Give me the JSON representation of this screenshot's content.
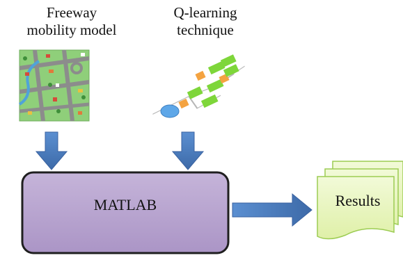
{
  "inputs": {
    "freeway": {
      "line1": "Freeway",
      "line2": "mobility model"
    },
    "qlearning": {
      "line1": "Q-learning",
      "line2": "technique"
    }
  },
  "process": {
    "label": "MATLAB"
  },
  "output": {
    "label": "Results"
  },
  "colors": {
    "arrow": "#4a7dbf",
    "matlab_fill": "#b9a5cf",
    "matlab_stroke": "#1f1f1f",
    "results_fill": "#eaf6c3",
    "results_stroke": "#9ccc52",
    "flow_green": "#7ed63a",
    "flow_orange": "#f4a341",
    "flow_blue": "#5ea7e8"
  }
}
